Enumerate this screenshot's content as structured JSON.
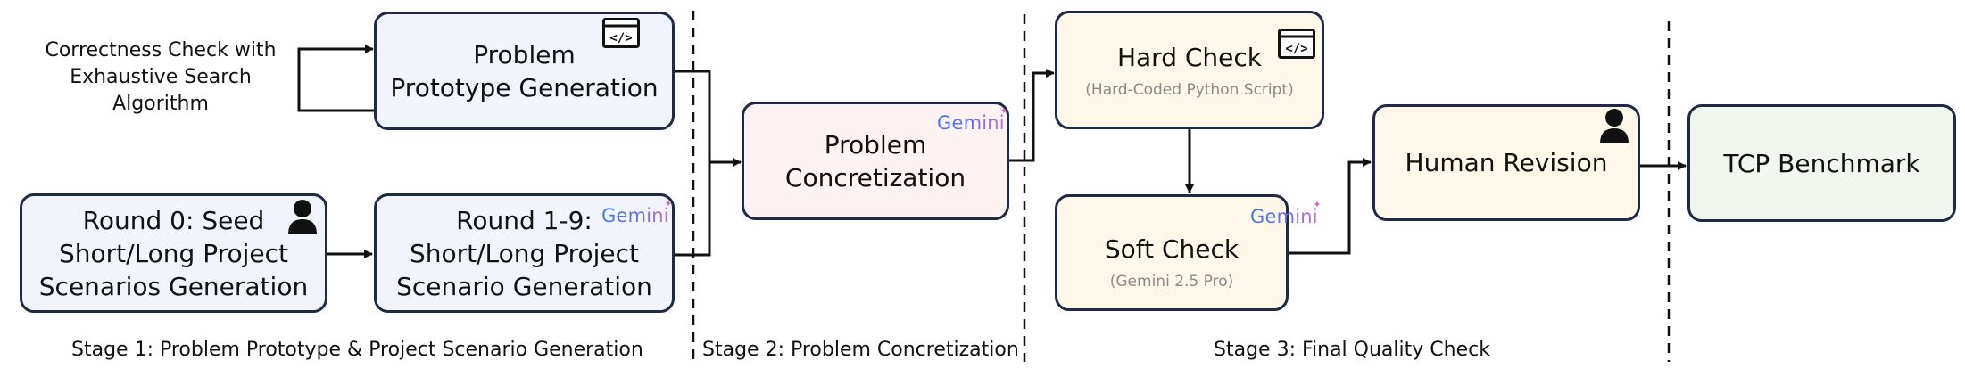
{
  "nodes": {
    "prototype": {
      "line1": "Problem",
      "line2": "Prototype Generation"
    },
    "seed": {
      "line1": "Round 0: Seed",
      "line2": "Short/Long Project",
      "line3": "Scenarios Generation"
    },
    "rounds": {
      "line1": "Round 1-9:",
      "line2": "Short/Long Project",
      "line3": "Scenario Generation"
    },
    "concretization": {
      "line1": "Problem",
      "line2": "Concretization"
    },
    "hard_check": {
      "title": "Hard Check",
      "subtitle": "(Hard-Coded Python Script)"
    },
    "soft_check": {
      "title": "Soft Check",
      "subtitle": "(Gemini 2.5 Pro)"
    },
    "human_revision": {
      "title": "Human Revision"
    },
    "benchmark": {
      "title": "TCP Benchmark"
    }
  },
  "loop_label": {
    "line1": "Correctness Check with",
    "line2": "Exhaustive Search",
    "line3": "Algorithm"
  },
  "stages": {
    "stage1": "Stage 1: Problem Prototype & Project Scenario Generation",
    "stage2": "Stage 2: Problem Concretization",
    "stage3": "Stage 3: Final Quality Check"
  },
  "badges": {
    "gemini": "Gemini",
    "code": "</>"
  },
  "colors": {
    "border": "#1f2a44",
    "stage1_fill": "#f1f5fb",
    "stage2_fill": "#fdf3f3",
    "stage3_fill": "#fdf8ea",
    "benchmark_fill": "#f1f6ee"
  }
}
